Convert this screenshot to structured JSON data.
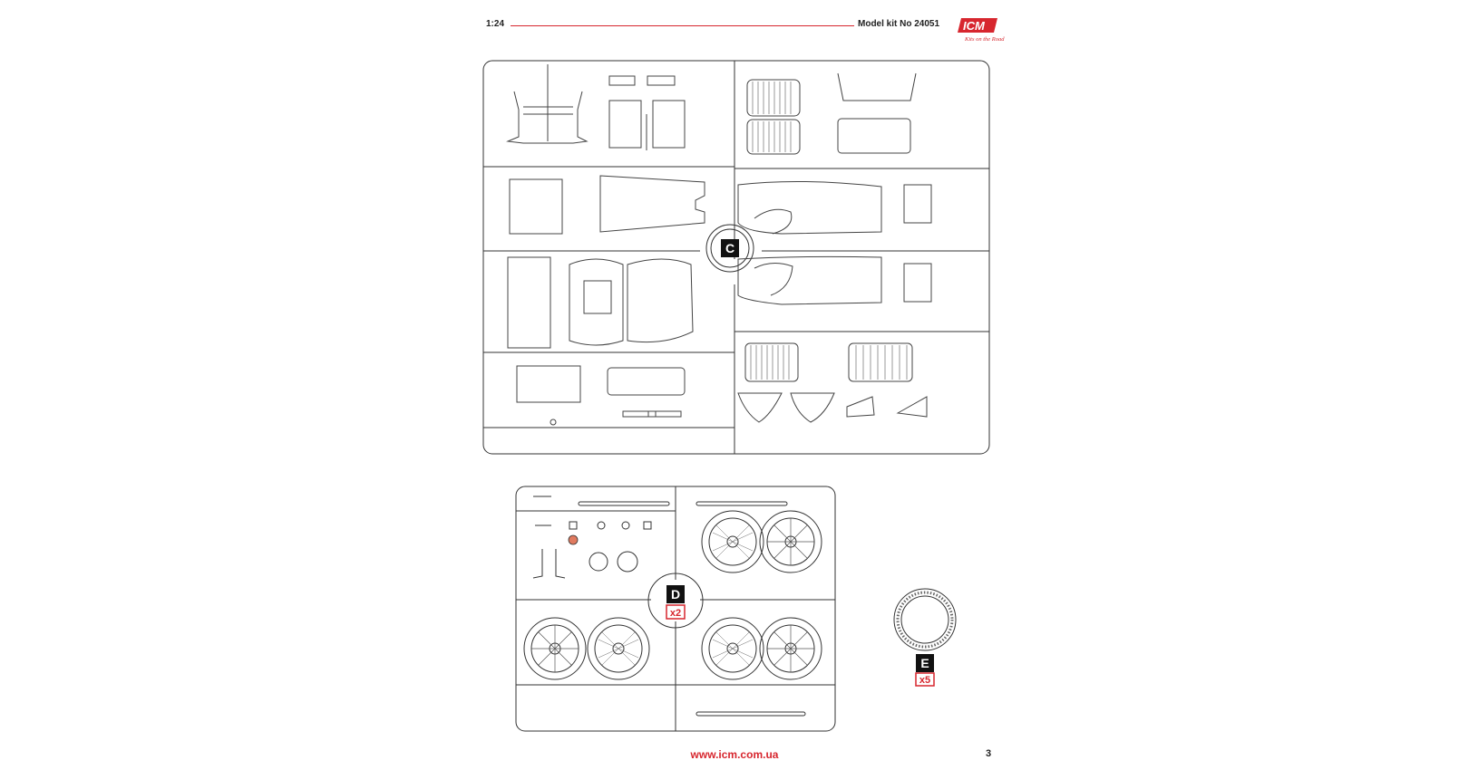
{
  "header": {
    "scale": "1:24",
    "kit_number": "Model kit No 24051"
  },
  "logo": {
    "text": "ICM",
    "tagline": "Kits on the Road",
    "color": "#d7262e"
  },
  "sprue_c": {
    "letter": "C"
  },
  "sprue_d": {
    "letter": "D",
    "quantity": "x2"
  },
  "sprue_e": {
    "letter": "E",
    "quantity": "x5"
  },
  "footer": {
    "website": "www.icm.com.ua",
    "page_number": "3"
  },
  "colors": {
    "accent_red": "#d7262e",
    "outline": "#333333",
    "highlight_orange": "#e07a5f"
  }
}
